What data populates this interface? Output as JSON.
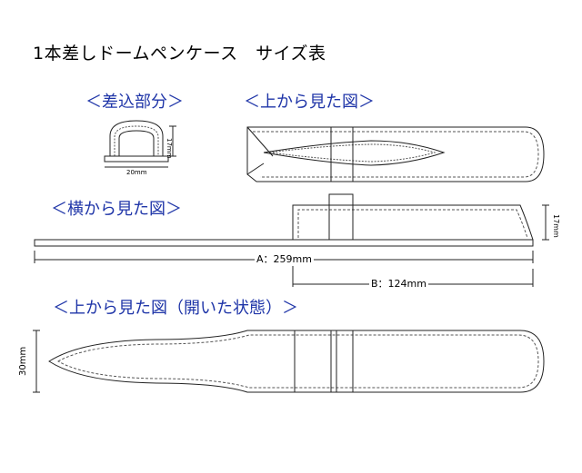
{
  "title": "1本差しドームペンケース　サイズ表",
  "sections": {
    "insert_part": "＜差込部分＞",
    "top_view": "＜上から見た図＞",
    "side_view": "＜横から見た図＞",
    "top_view_open": "＜上から見た図（開いた状態）＞"
  },
  "dimensions": {
    "insert_height": "17mm",
    "insert_width": "20mm",
    "side_height": "17mm",
    "length_a": "A：259mm",
    "length_b": "B：124mm",
    "open_width": "30mm"
  },
  "colors": {
    "heading": "#1f35a8",
    "outline": "#222222",
    "stitch": "#555555"
  }
}
